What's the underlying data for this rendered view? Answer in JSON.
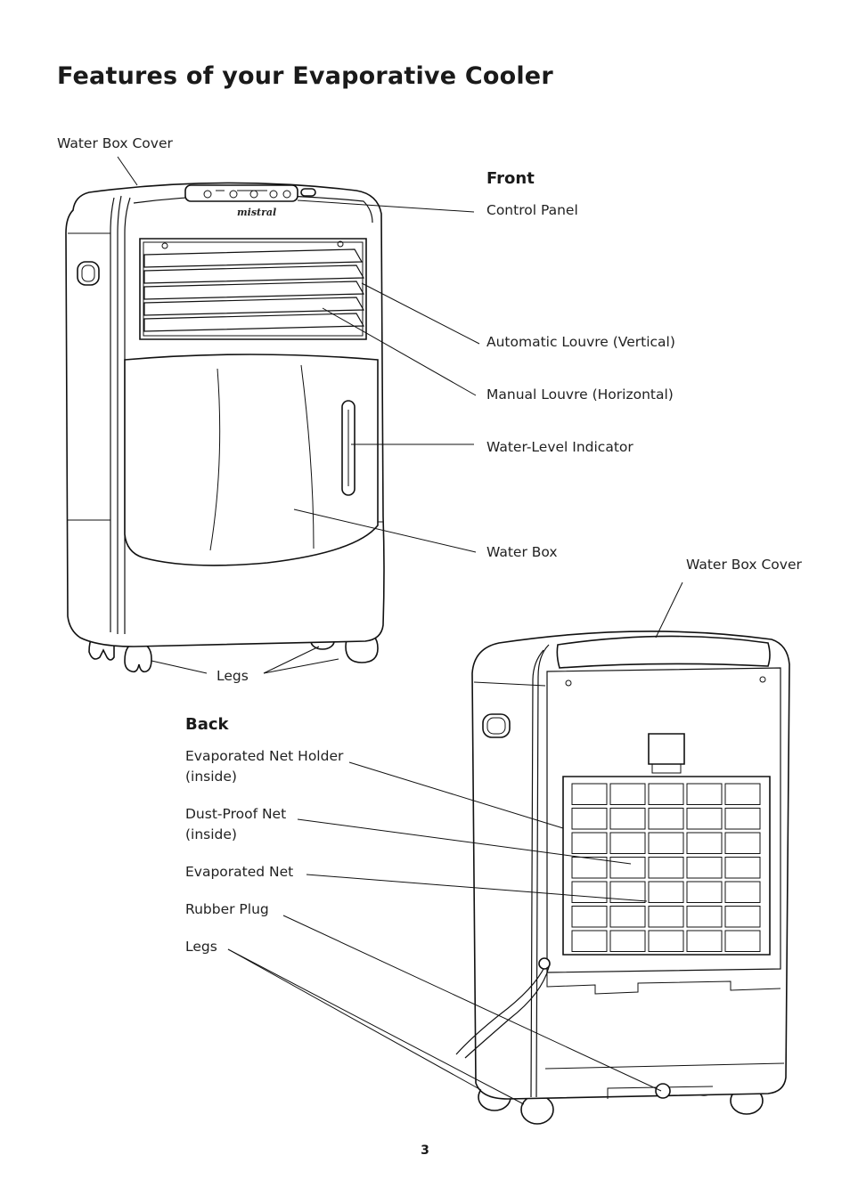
{
  "page": {
    "title": "Features of your Evaporative Cooler",
    "page_number": "3"
  },
  "front": {
    "heading": "Front",
    "brand": "mistral",
    "labels": {
      "water_box_cover": "Water Box Cover",
      "control_panel": "Control Panel",
      "auto_louvre": "Automatic Louvre (Vertical)",
      "manual_louvre": "Manual Louvre (Horizontal)",
      "water_level": "Water-Level Indicator",
      "water_box": "Water Box",
      "legs": "Legs"
    }
  },
  "back": {
    "heading": "Back",
    "labels": {
      "water_box_cover": "Water Box Cover",
      "net_holder_1": "Evaporated Net Holder",
      "net_holder_2": "(inside)",
      "dust_net_1": "Dust-Proof Net",
      "dust_net_2": "(inside)",
      "evap_net": "Evaporated Net",
      "rubber_plug": "Rubber Plug",
      "legs": "Legs"
    }
  }
}
